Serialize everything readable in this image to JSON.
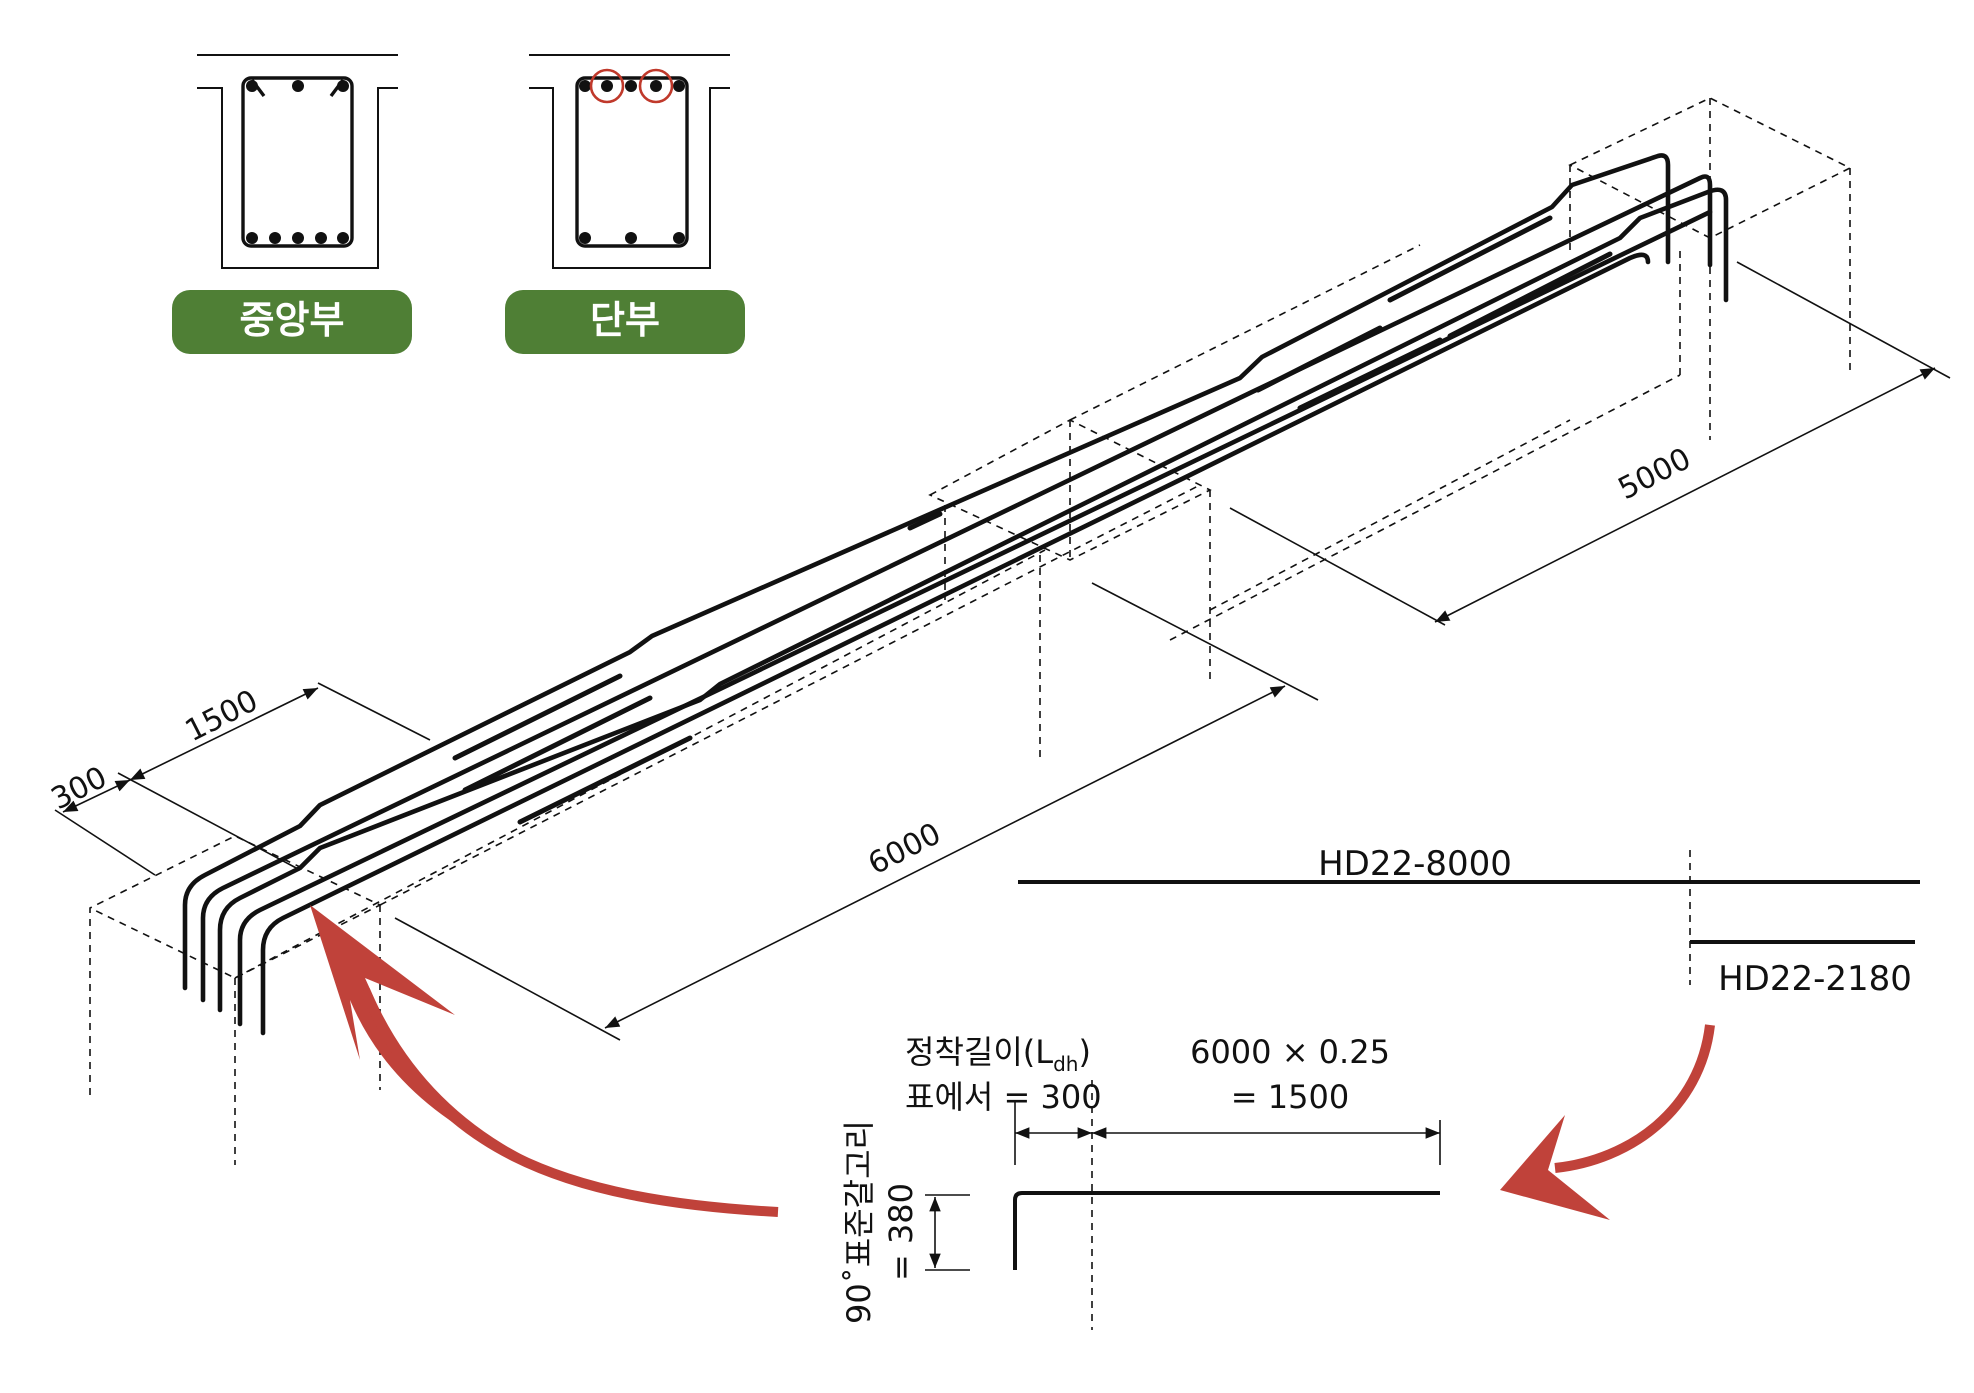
{
  "sections": {
    "center_label": "중앙부",
    "end_label": "단부",
    "badge_color": "#4f7f35",
    "highlight_color": "#c0392b"
  },
  "dimensions": {
    "d300": "300",
    "d1500": "1500",
    "d6000": "6000",
    "d5000": "5000"
  },
  "bars": {
    "long_bar": "HD22-8000",
    "short_bar": "HD22-2180"
  },
  "detail": {
    "anchorage_line1": "정착길이(L",
    "anchorage_sub": "dh",
    "anchorage_close": ")",
    "anchorage_line2": "표에서 = 300",
    "extension_line1": "6000 × 0.25",
    "extension_line2": "= 1500",
    "hook_line1": "90˚표준갈고리",
    "hook_line2": "= 380"
  },
  "colors": {
    "arrow": "#c0423a",
    "ink": "#111111"
  }
}
